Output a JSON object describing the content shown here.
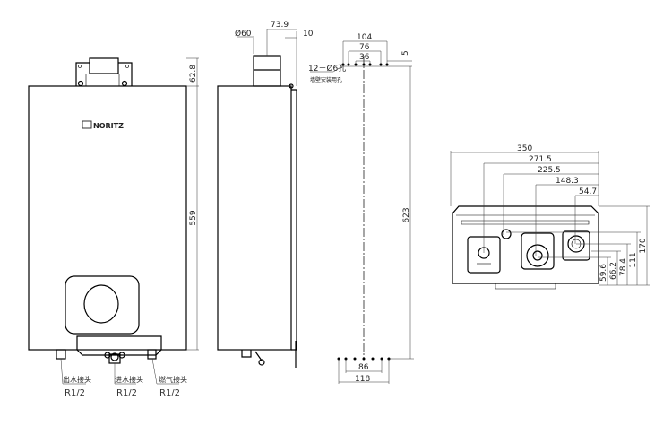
{
  "front_view": {
    "logo": "NORITZ",
    "dims": {
      "bracket_height": "62.8",
      "body_height": "559"
    },
    "connectors": [
      {
        "label": "出水接头",
        "size": "R1/2"
      },
      {
        "label": "进水接头",
        "size": "R1/2"
      },
      {
        "label": "燃气接头",
        "size": "R1/2"
      }
    ]
  },
  "side_view": {
    "dims": {
      "flue_diameter": "Ø60",
      "flue_offset": "73.9",
      "wall_gap": "10"
    }
  },
  "mount_template": {
    "hole_label": "12－Ø6孔",
    "hole_note": "墙壁安装用孔",
    "dims": {
      "top_outer": "104",
      "top_mid": "76",
      "top_inner": "36",
      "top_offset": "5",
      "height": "623",
      "bottom_inner": "86",
      "bottom_outer": "118"
    }
  },
  "bottom_view": {
    "dims_h": [
      "350",
      "271.5",
      "225.5",
      "148.3",
      "54.7"
    ],
    "dims_v": [
      "170",
      "111",
      "78.4",
      "66.2",
      "59.6"
    ]
  }
}
